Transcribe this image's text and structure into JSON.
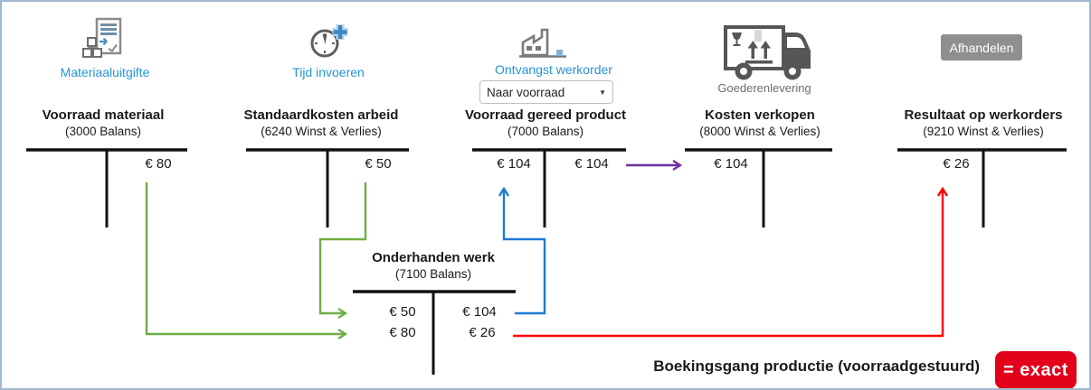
{
  "steps": {
    "material_issue": {
      "label": "Materiaaluitgifte"
    },
    "time_entry": {
      "label": "Tijd invoeren"
    },
    "work_order_receipt": {
      "label": "Ontvangst werkorder",
      "dropdown": {
        "value": "Naar voorraad",
        "caret": "▼"
      }
    },
    "goods_delivery": {
      "label": "Goederenlevering"
    },
    "finish_button": {
      "label": "Afhandelen"
    }
  },
  "accounts": {
    "voorraad_materiaal": {
      "title": "Voorraad materiaal",
      "subtitle": "(3000 Balans)",
      "credit": "€ 80"
    },
    "standaardkosten_arbeid": {
      "title": "Standaardkosten arbeid",
      "subtitle": "(6240 Winst & Verlies)",
      "credit": "€ 50"
    },
    "voorraad_gereed_product": {
      "title": "Voorraad gereed product",
      "subtitle": "(7000 Balans)",
      "debit": "€ 104",
      "credit": "€ 104"
    },
    "kosten_verkopen": {
      "title": "Kosten verkopen",
      "subtitle": "(8000 Winst & Verlies)",
      "debit": "€ 104"
    },
    "resultaat_op_werkorders": {
      "title": "Resultaat op werkorders",
      "subtitle": "(9210 Winst & Verlies)",
      "debit": "€ 26"
    },
    "onderhanden_werk": {
      "title": "Onderhanden werk",
      "subtitle": "(7100 Balans)",
      "debit1": "€ 50",
      "debit2": "€ 80",
      "credit1": "€ 104",
      "credit2": "€ 26"
    }
  },
  "caption": "Boekingsgang productie (voorraadgestuurd)",
  "logo_text": "= exact",
  "colors": {
    "link_blue": "#2694d4",
    "arrow_green": "#70ad47",
    "arrow_blue": "#1d7ad4",
    "arrow_purple": "#7030a0",
    "arrow_red": "#ff0000",
    "exact_red": "#e2001a",
    "button_gray": "#8f8f8f",
    "label_gray": "#6d6d6d",
    "border_blue": "#a2b8ce"
  }
}
